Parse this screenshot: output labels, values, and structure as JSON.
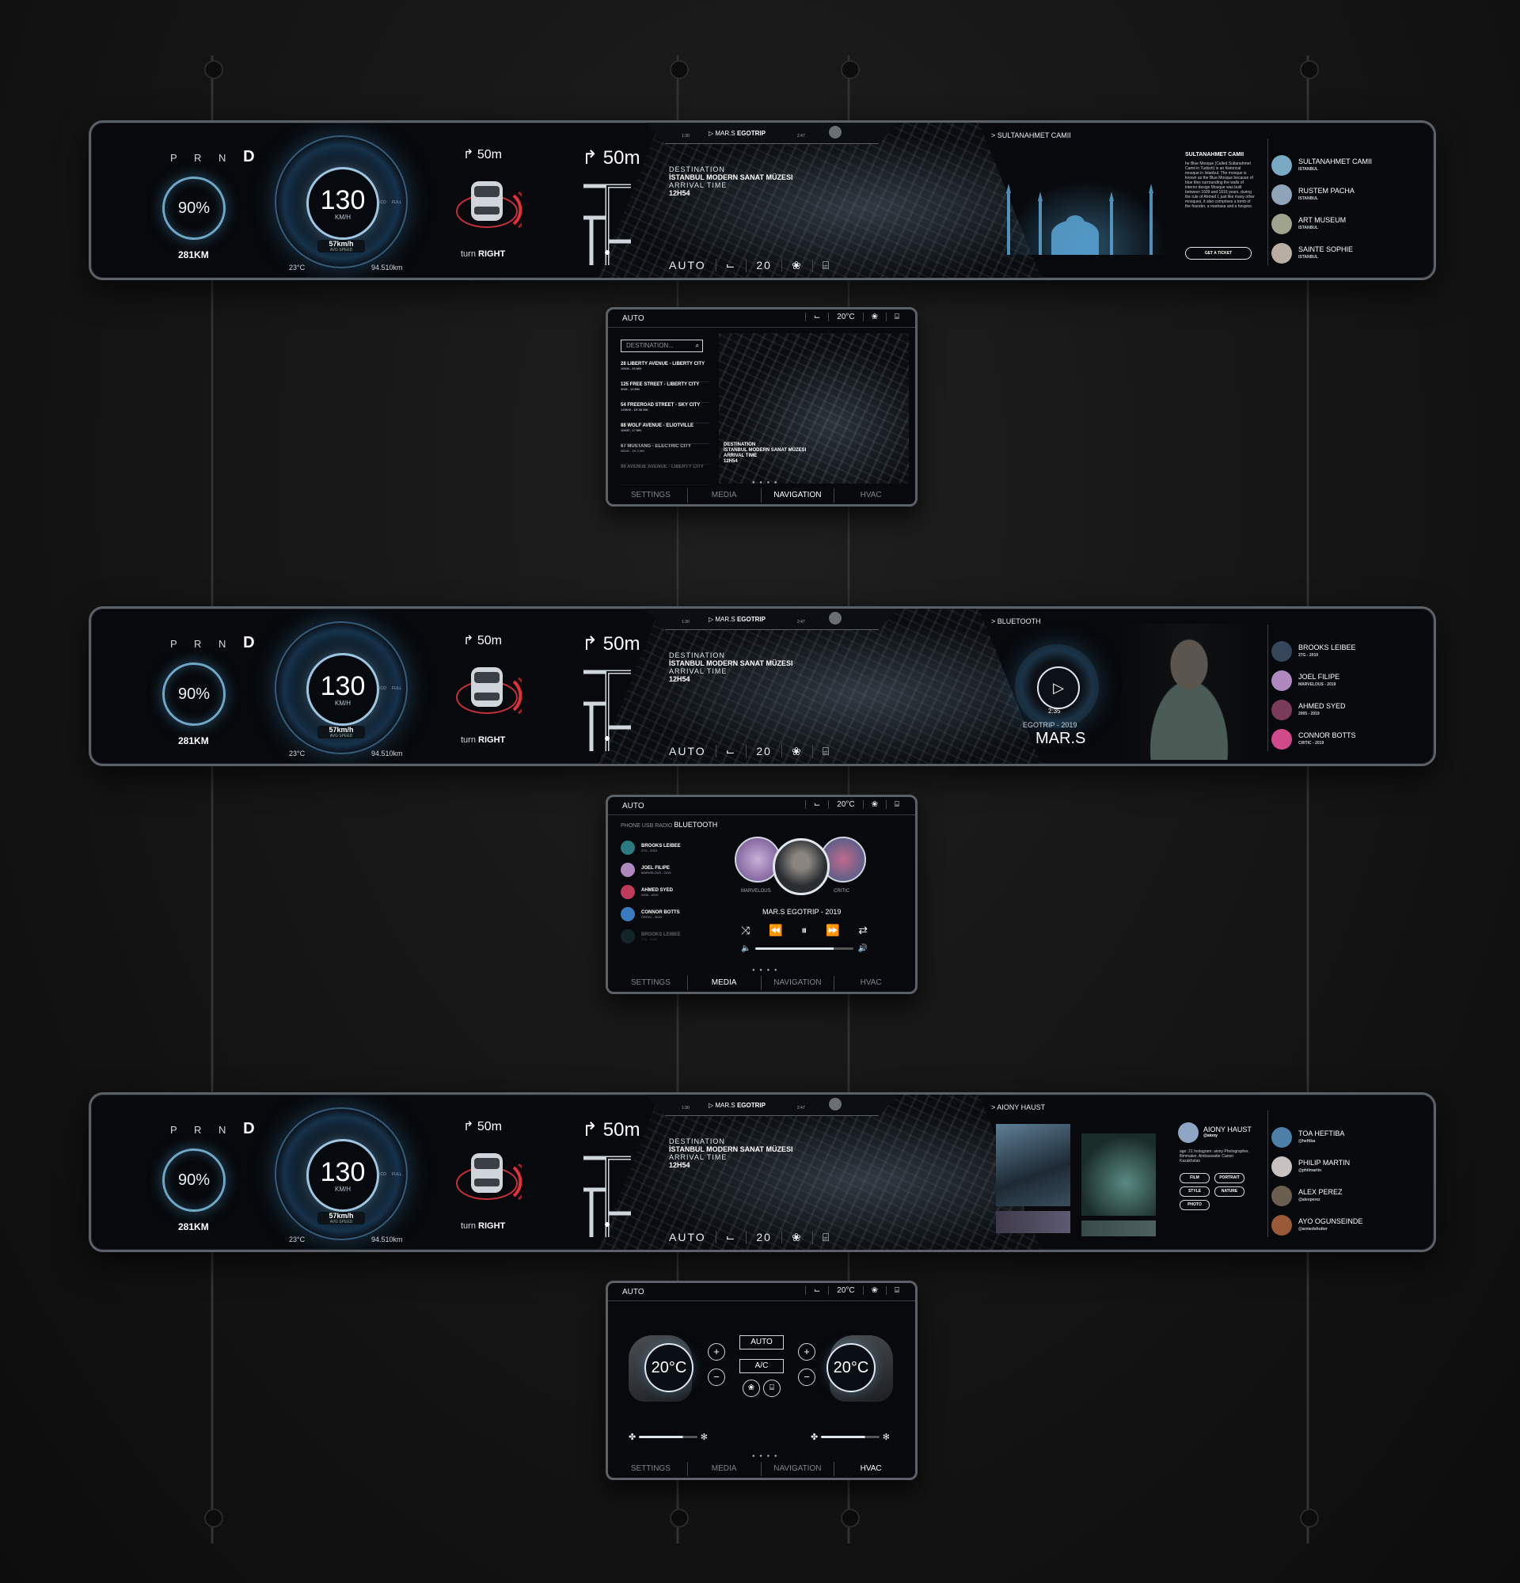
{
  "cluster": {
    "gears": "P R N",
    "gear_active": "D",
    "battery": "90%",
    "range": "281KM",
    "speed": "130",
    "speed_unit": "KM/H",
    "avg_speed": "57km/h",
    "avg_label": "AVG SPEED",
    "eco_label": "ECO",
    "full_label": "FULL",
    "outside_temp": "23°C",
    "odometer": "94.510km",
    "turn_distance": "↱ 50m",
    "turn_text": "turn",
    "turn_dir": "RIGHT"
  },
  "nav": {
    "distance": "↱ 50m",
    "trip_title": "▷ MAR.S",
    "trip_title_bold": "EGOTRIP",
    "trip_elapsed": "1:30",
    "trip_total": "2:47",
    "destination_label": "DESTINATION",
    "destination": "İSTANBUL MODERN SANAT MÜZESI",
    "arrival_label": "ARRIVAL TIME",
    "arrival": "12H54",
    "hvac_auto": "AUTO",
    "hvac_seat_icon": "seat-icon",
    "hvac_temp": "20",
    "hvac_fan_icon": "fan-icon",
    "hvac_defrost_icon": "defrost-icon"
  },
  "panel_poi": {
    "crumb": "> SULTANAHMET CAMII",
    "title": "SULTANAHMET CAMII",
    "description": "he Blue Mosque (Called Sultanahmet Camii in Turkish) is an historical mosque in Istanbul. The mosque is known as the Blue Mosque because of blue tiles surrounding the walls of interior design Mosque was built between 1609 and 1616 years, during the rule of Ahmed I, just like many other mosques, it also comprises a tomb of the founder, a madrasa and a hospice.",
    "ticket": "GET A TICKET",
    "list": [
      {
        "name": "SULTANAHMET CAMII",
        "sub": "ISTANBUL"
      },
      {
        "name": "RUSTEM PACHA",
        "sub": "ISTANBUL"
      },
      {
        "name": "ART MUSEUM",
        "sub": "ISTANBUL"
      },
      {
        "name": "SAINTE SOPHIE",
        "sub": "ISTANBUL"
      }
    ]
  },
  "panel_media": {
    "crumb": "> BLUETOOTH",
    "time": "2:35",
    "album": "EGOTRIP - 2019",
    "artist": "MAR.S",
    "list": [
      {
        "name": "BROOKS LEIBEE",
        "sub": "27G - 2019"
      },
      {
        "name": "JOEL FILIPE",
        "sub": "MARVELOUS - 2019"
      },
      {
        "name": "AHMED SYED",
        "sub": "2005 - 2019"
      },
      {
        "name": "CONNOR BOTTS",
        "sub": "CRITIC - 2019"
      }
    ]
  },
  "panel_social": {
    "crumb": "> AIONY HAUST",
    "profile_name": "AIONY HAUST",
    "profile_handle": "@aiony",
    "profile_info": "age: 21 Instagram: aiony Photographer, filmmaker, Ambassador Canon Kazakhstan",
    "tags": [
      "FILM",
      "PORTRAIT",
      "STYLE",
      "NATURE",
      "PHOTO"
    ],
    "list": [
      {
        "name": "TOA HEFTIBA",
        "sub": "@heftiba"
      },
      {
        "name": "PHILIP MARTIN",
        "sub": "@philmartin"
      },
      {
        "name": "ALEX PEREZ",
        "sub": "@alexperez"
      },
      {
        "name": "AYO OGUNSEINDE",
        "sub": "@armedshutter"
      }
    ]
  },
  "tablet": {
    "auto": "AUTO",
    "temp": "20°C",
    "tabs": [
      "SETTINGS",
      "MEDIA",
      "NAVIGATION",
      "HVAC"
    ],
    "dots": "● ● ● ●"
  },
  "tablet_nav": {
    "search_placeholder": "DESTINATION...",
    "destinations": [
      {
        "name": "28 LIBERTY AVENUE - LIBERTY CITY",
        "sub": "10KM - 20 MN"
      },
      {
        "name": "125 FREE STREET - LIBERTY CITY",
        "sub": "3KM - 12 MN"
      },
      {
        "name": "54 FREEROAD STREET - SKY CITY",
        "sub": "125KM - 1H 58 MN"
      },
      {
        "name": "88 WOLF AVENUE - ELIOTVILLE",
        "sub": "10KM - 17 MN"
      },
      {
        "name": "67 MUSTANG - ELECTRIC CITY",
        "sub": "58KM - 1H 3 MN"
      },
      {
        "name": "99 AVENUE AVENUE - LIBERTY CITY",
        "sub": ""
      }
    ],
    "destination_label": "DESTINATION",
    "destination": "İSTANBUL MODERN SANAT MÜZESI",
    "arrival_label": "ARRIVAL TIME",
    "arrival": "12H54"
  },
  "tablet_media": {
    "sources": [
      "PHONE",
      "USB",
      "RADIO"
    ],
    "source_active": "BLUETOOTH",
    "list": [
      {
        "name": "BROOKS LEIBEE",
        "sub": "27G - 2019"
      },
      {
        "name": "JOEL FILIPE",
        "sub": "MARVELOUS - 2019"
      },
      {
        "name": "AHMED SYED",
        "sub": "2005 - 2019"
      },
      {
        "name": "CONNOR BOTTS",
        "sub": "CRITIC - 2019"
      },
      {
        "name": "BROOKS LEIBEE",
        "sub": "27G - 2019"
      }
    ],
    "cover_left": "MARVELOUS",
    "cover_right": "CRITIC",
    "now_playing": "MAR.S EGOTRIP - 2019",
    "volume": 0.8
  },
  "tablet_hvac": {
    "left_temp": "20°C",
    "right_temp": "20°C",
    "auto": "AUTO",
    "ac": "A/C",
    "fan_left_level": 0.75,
    "fan_right_level": 0.75
  },
  "colors": {
    "accent": "#6fa7c7",
    "background": "#141414",
    "panel": "#07090c",
    "frame": "#5c6167"
  }
}
